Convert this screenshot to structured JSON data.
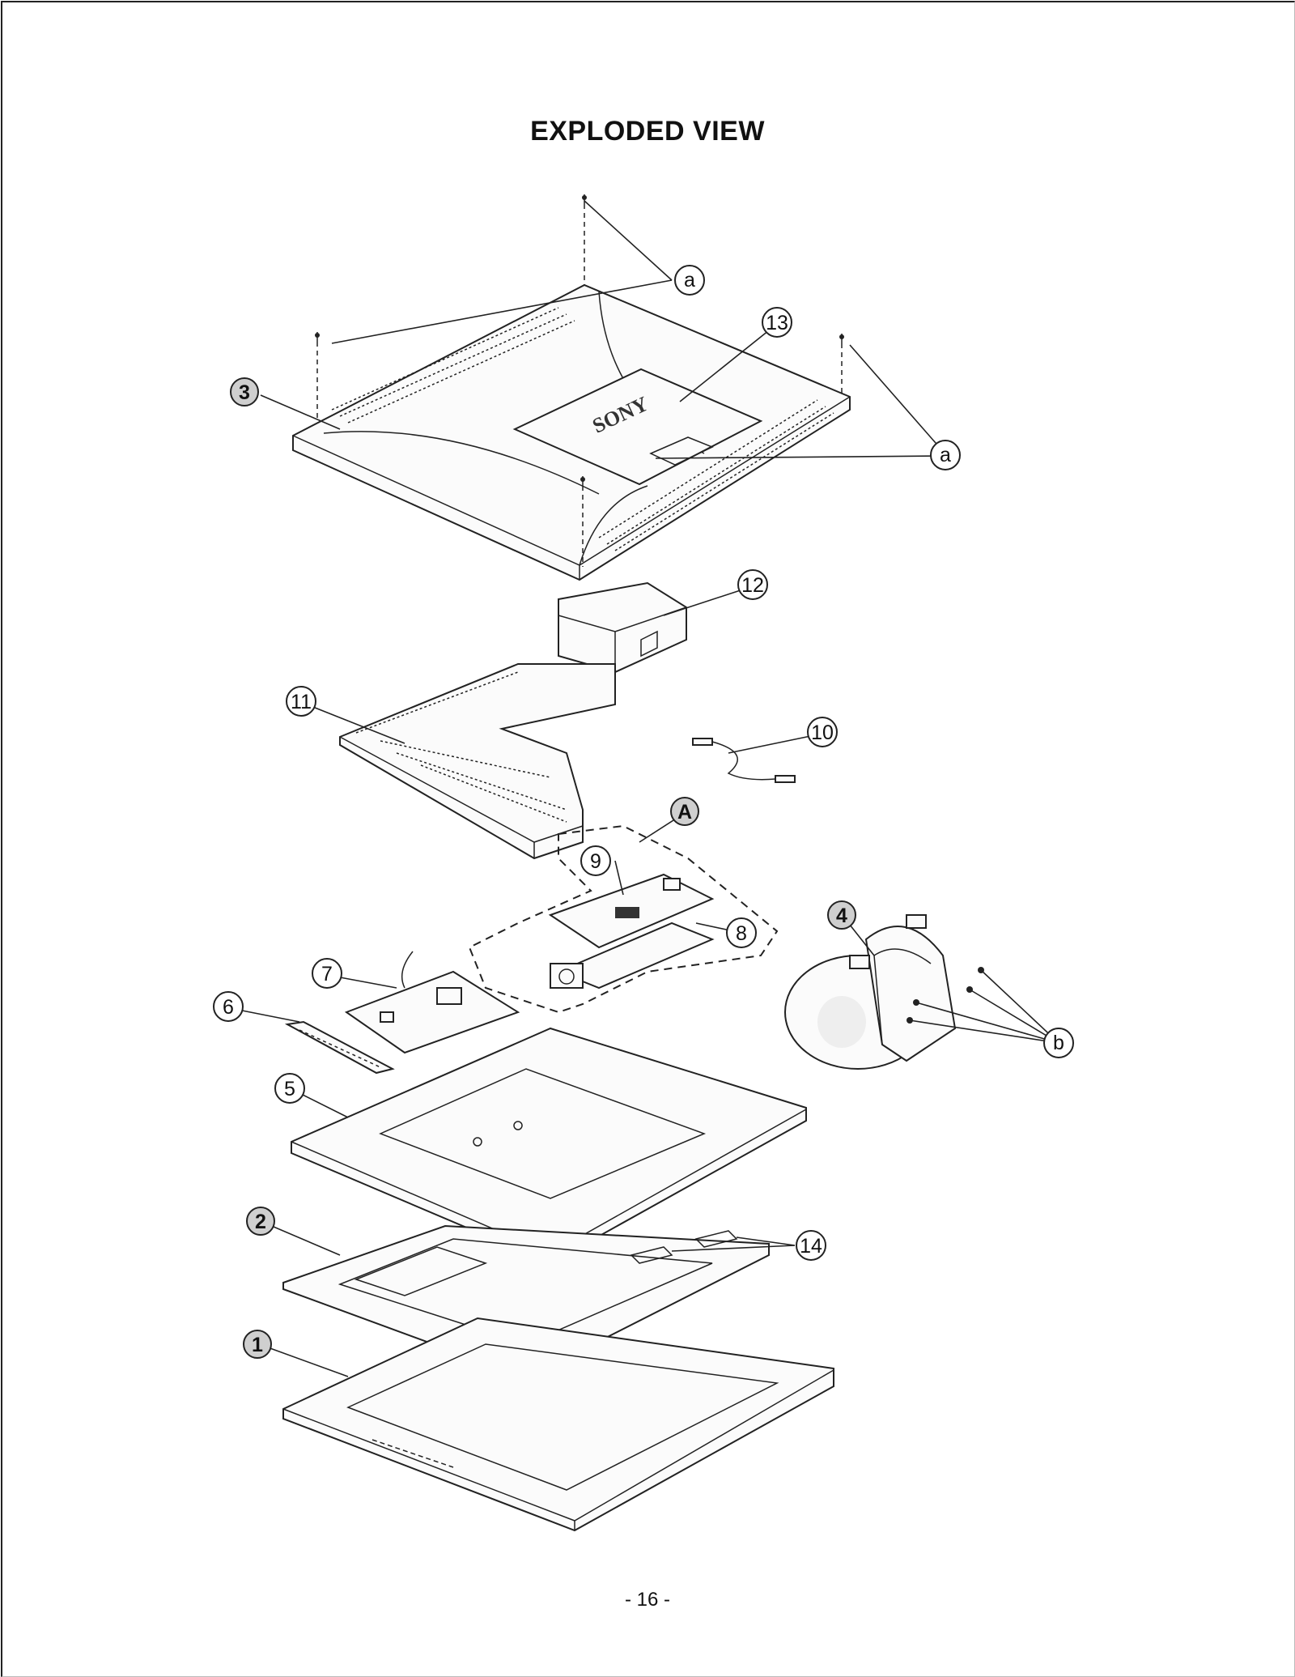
{
  "document": {
    "title": "EXPLODED VIEW",
    "page_number": "- 16 -"
  },
  "brand_on_cover": "SONY",
  "callouts": {
    "c1": "1",
    "c2": "2",
    "c3": "3",
    "c4": "4",
    "c5": "5",
    "c6": "6",
    "c7": "7",
    "c8": "8",
    "c9": "9",
    "c10": "10",
    "c11": "11",
    "c12": "12",
    "c13": "13",
    "c14": "14",
    "cA": "A",
    "ca_top": "a",
    "ca_right": "a",
    "cb": "b"
  }
}
